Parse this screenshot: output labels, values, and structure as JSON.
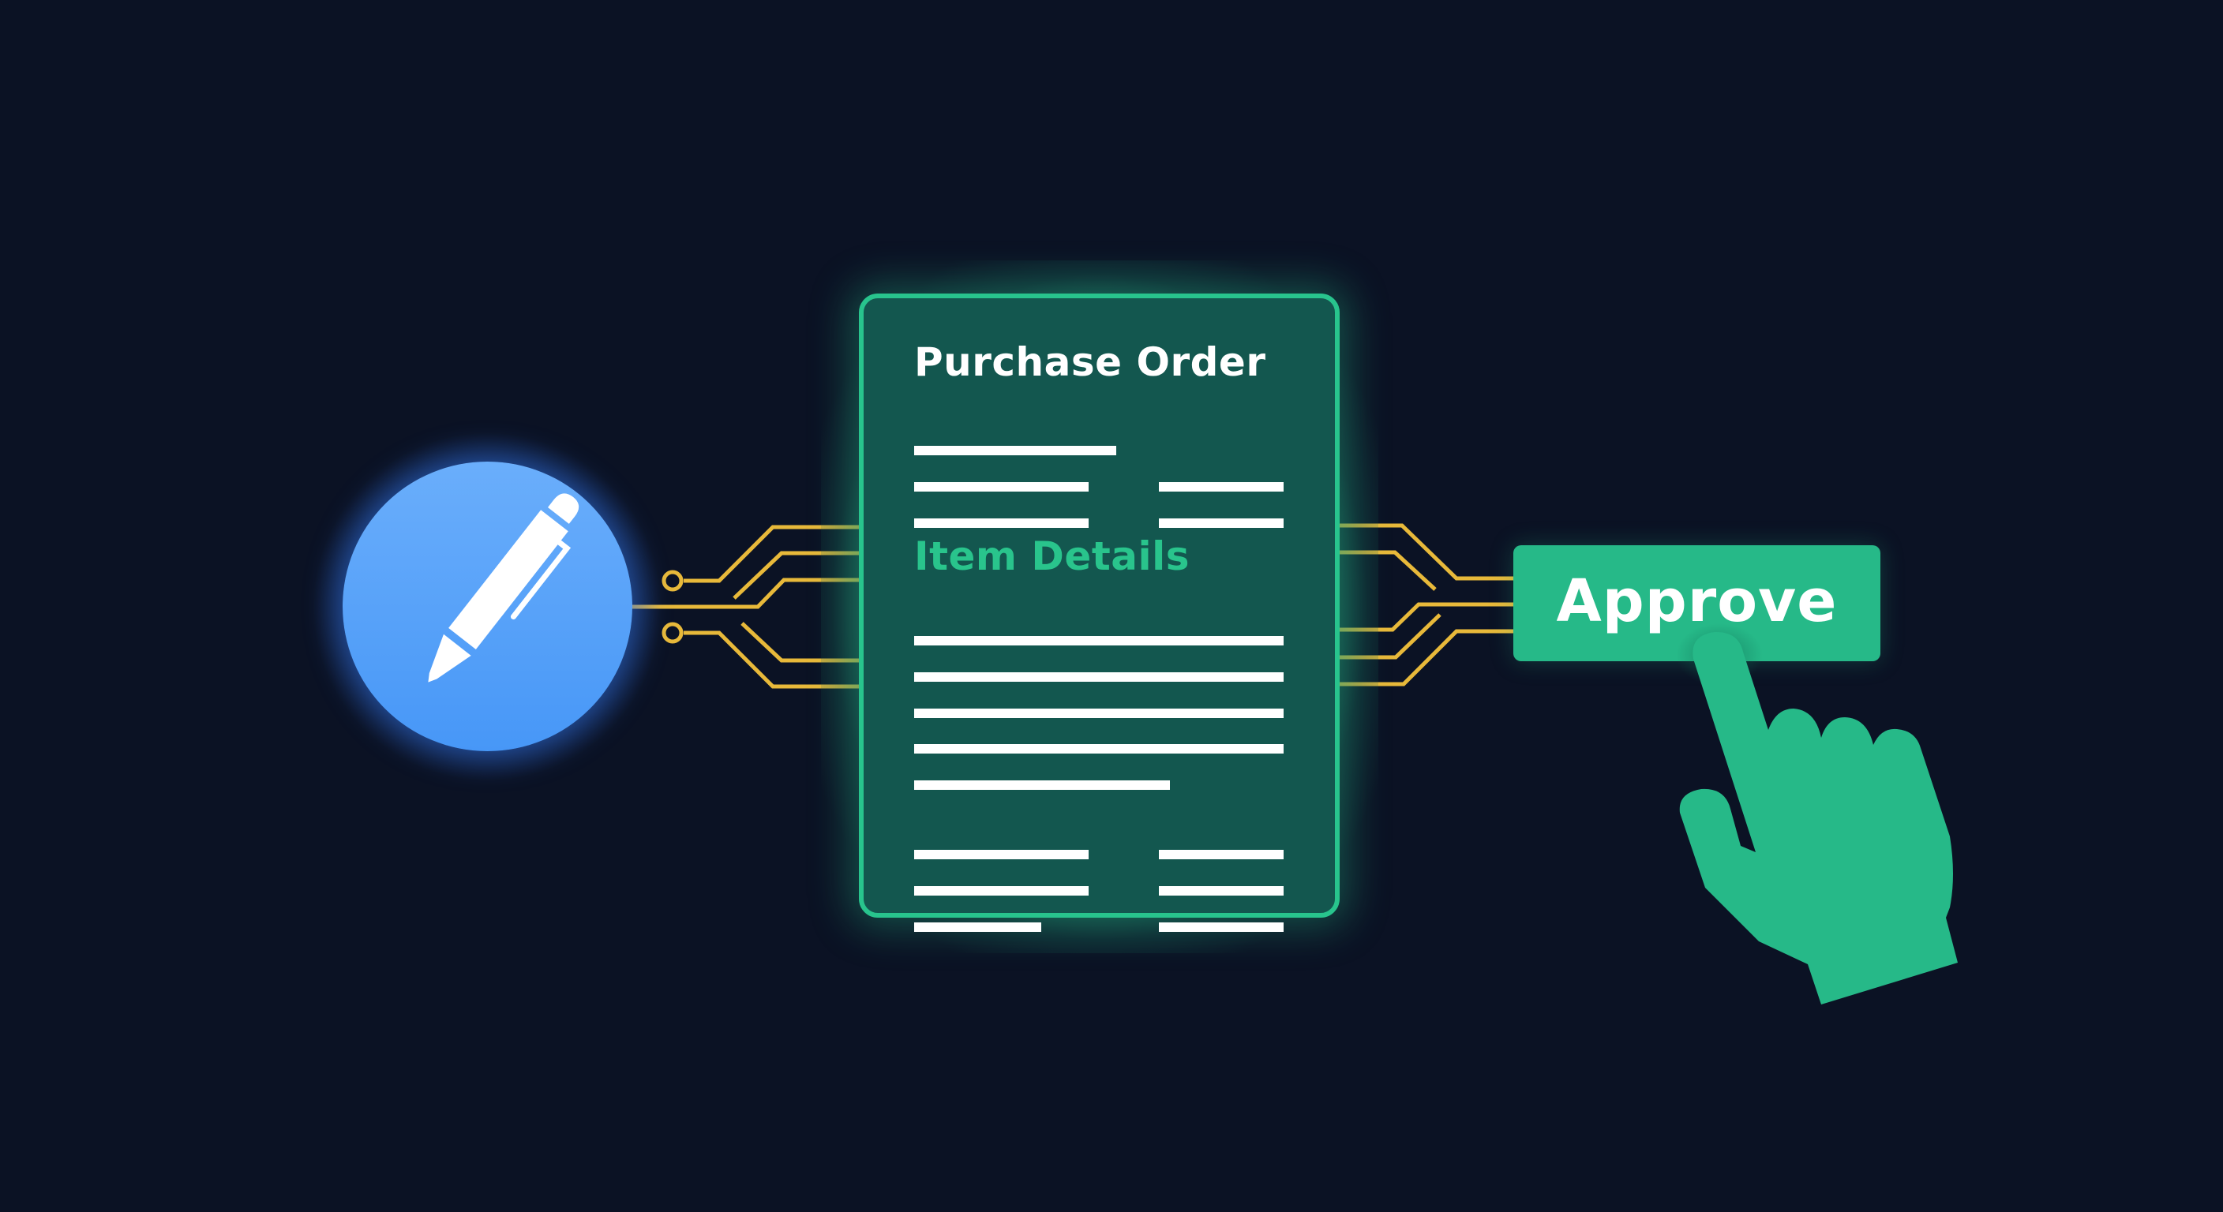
{
  "scene": {
    "background_color": "#0b1224",
    "description": "Purchase order approval workflow illustration"
  },
  "pen_node": {
    "icon": "pen-icon",
    "circle_color_top": "#6aaefb",
    "circle_color_bottom": "#4797f7"
  },
  "document_card": {
    "title": "Purchase Order",
    "section_title": "Item Details",
    "border_color": "#28c48d",
    "fill_color": "#13574f",
    "section_title_color": "#29c48c"
  },
  "circuit": {
    "color": "#e8b93a"
  },
  "approve_button": {
    "label": "Approve",
    "color": "#26b988"
  },
  "pointer": {
    "icon": "pointing-hand-icon",
    "color": "#26b988"
  }
}
